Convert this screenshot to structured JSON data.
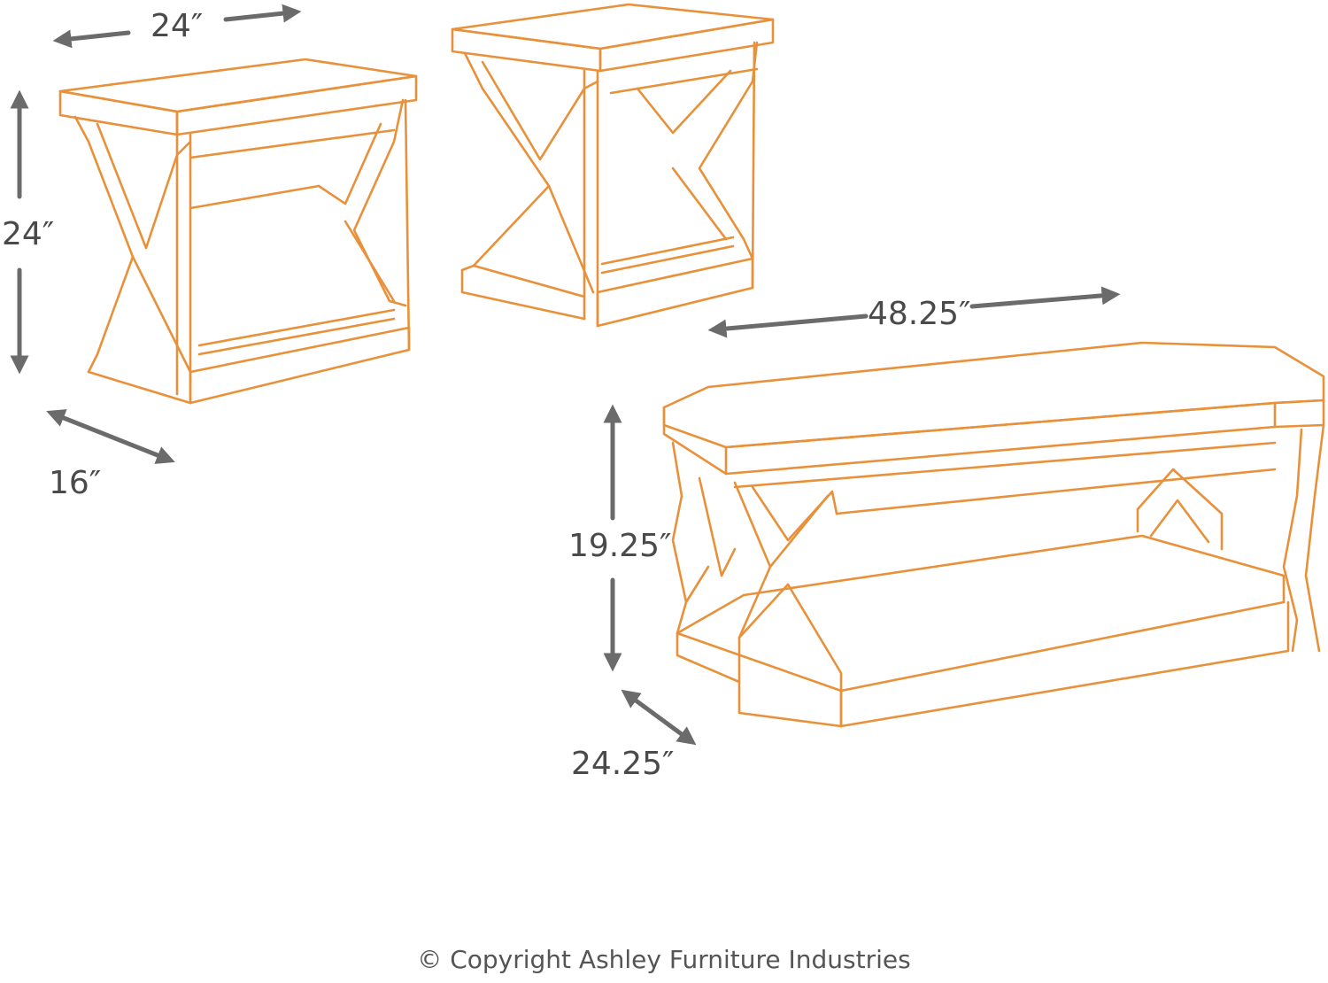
{
  "colors": {
    "outline": "#e8913a",
    "arrow": "#6b6b6b",
    "text": "#4a4a4a",
    "background": "#ffffff"
  },
  "dimensions": {
    "end_table_width": "24″",
    "end_table_height": "24″",
    "end_table_depth": "16″",
    "coffee_table_width": "48.25″",
    "coffee_table_height": "19.25″",
    "coffee_table_depth": "24.25″"
  },
  "footer": {
    "copyright": "© Copyright Ashley Furniture Industries"
  }
}
